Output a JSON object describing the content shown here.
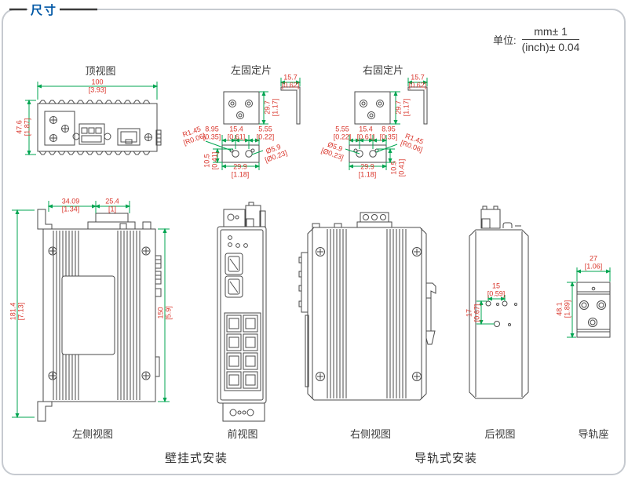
{
  "page": {
    "title": "尺寸"
  },
  "units": {
    "label": "单位:",
    "numerator": "mm± 1",
    "denominator": "(inch)± 0.04"
  },
  "views": {
    "top": {
      "label": "顶视图"
    },
    "left_fixing": {
      "label": "左固定片"
    },
    "right_fixing": {
      "label": "右固定片"
    },
    "left_side": {
      "label": "左侧视图"
    },
    "front": {
      "label": "前视图"
    },
    "right_side": {
      "label": "右侧视图"
    },
    "rear": {
      "label": "后视图"
    },
    "rail_mount": {
      "label": "导轨座"
    }
  },
  "mounting": {
    "wall": "壁挂式安装",
    "rail": "导轨式安装"
  },
  "dims": {
    "top_view": {
      "width": {
        "mm": "100",
        "in": "[3.93]"
      },
      "height": {
        "mm": "47.6",
        "in": "[1.87]"
      }
    },
    "fixing_plate": {
      "plate_height": {
        "mm": "29.7",
        "in": "[1.17]"
      },
      "bend_width": {
        "mm": "15.7",
        "in": "[0.62]"
      },
      "edge_outer": {
        "mm": "8.95",
        "in": "[0.35]"
      },
      "hole_pitch": {
        "mm": "15.4",
        "in": "[0.61]"
      },
      "edge_inner": {
        "mm": "5.55",
        "in": "[0.22]"
      },
      "corner_radius": {
        "mm": "R1.45",
        "in": "[R0.06]"
      },
      "hole_dia": {
        "mm": "Ø5.9",
        "in": "[Ø0.23]"
      },
      "base_height": {
        "mm": "10.5",
        "in": "[0.41]"
      },
      "plate_width": {
        "mm": "29.9",
        "in": "[1.18]"
      }
    },
    "left_side": {
      "back_depth": {
        "mm": "34.09",
        "in": "[1.34]"
      },
      "connector_width": {
        "mm": "25.4",
        "in": "[1]"
      },
      "overall_height": {
        "mm": "181.4",
        "in": "[7.13]"
      },
      "body_height": {
        "mm": "150",
        "in": "[5.9]"
      }
    },
    "rear": {
      "hole_pitch_h": {
        "mm": "15",
        "in": "[0.59]"
      },
      "hole_pitch_v": {
        "mm": "17",
        "in": "[0.67]"
      }
    },
    "rail_mount": {
      "width": {
        "mm": "27",
        "in": "[1.06]"
      },
      "height": {
        "mm": "48.1",
        "in": "[1.89]"
      }
    }
  },
  "colors": {
    "title_blue": "#0057a5",
    "dimension_red": "#d9352b",
    "dimension_green": "#00a551",
    "outline_gray": "#4a4a4a",
    "border_gray": "#c6cad0"
  }
}
